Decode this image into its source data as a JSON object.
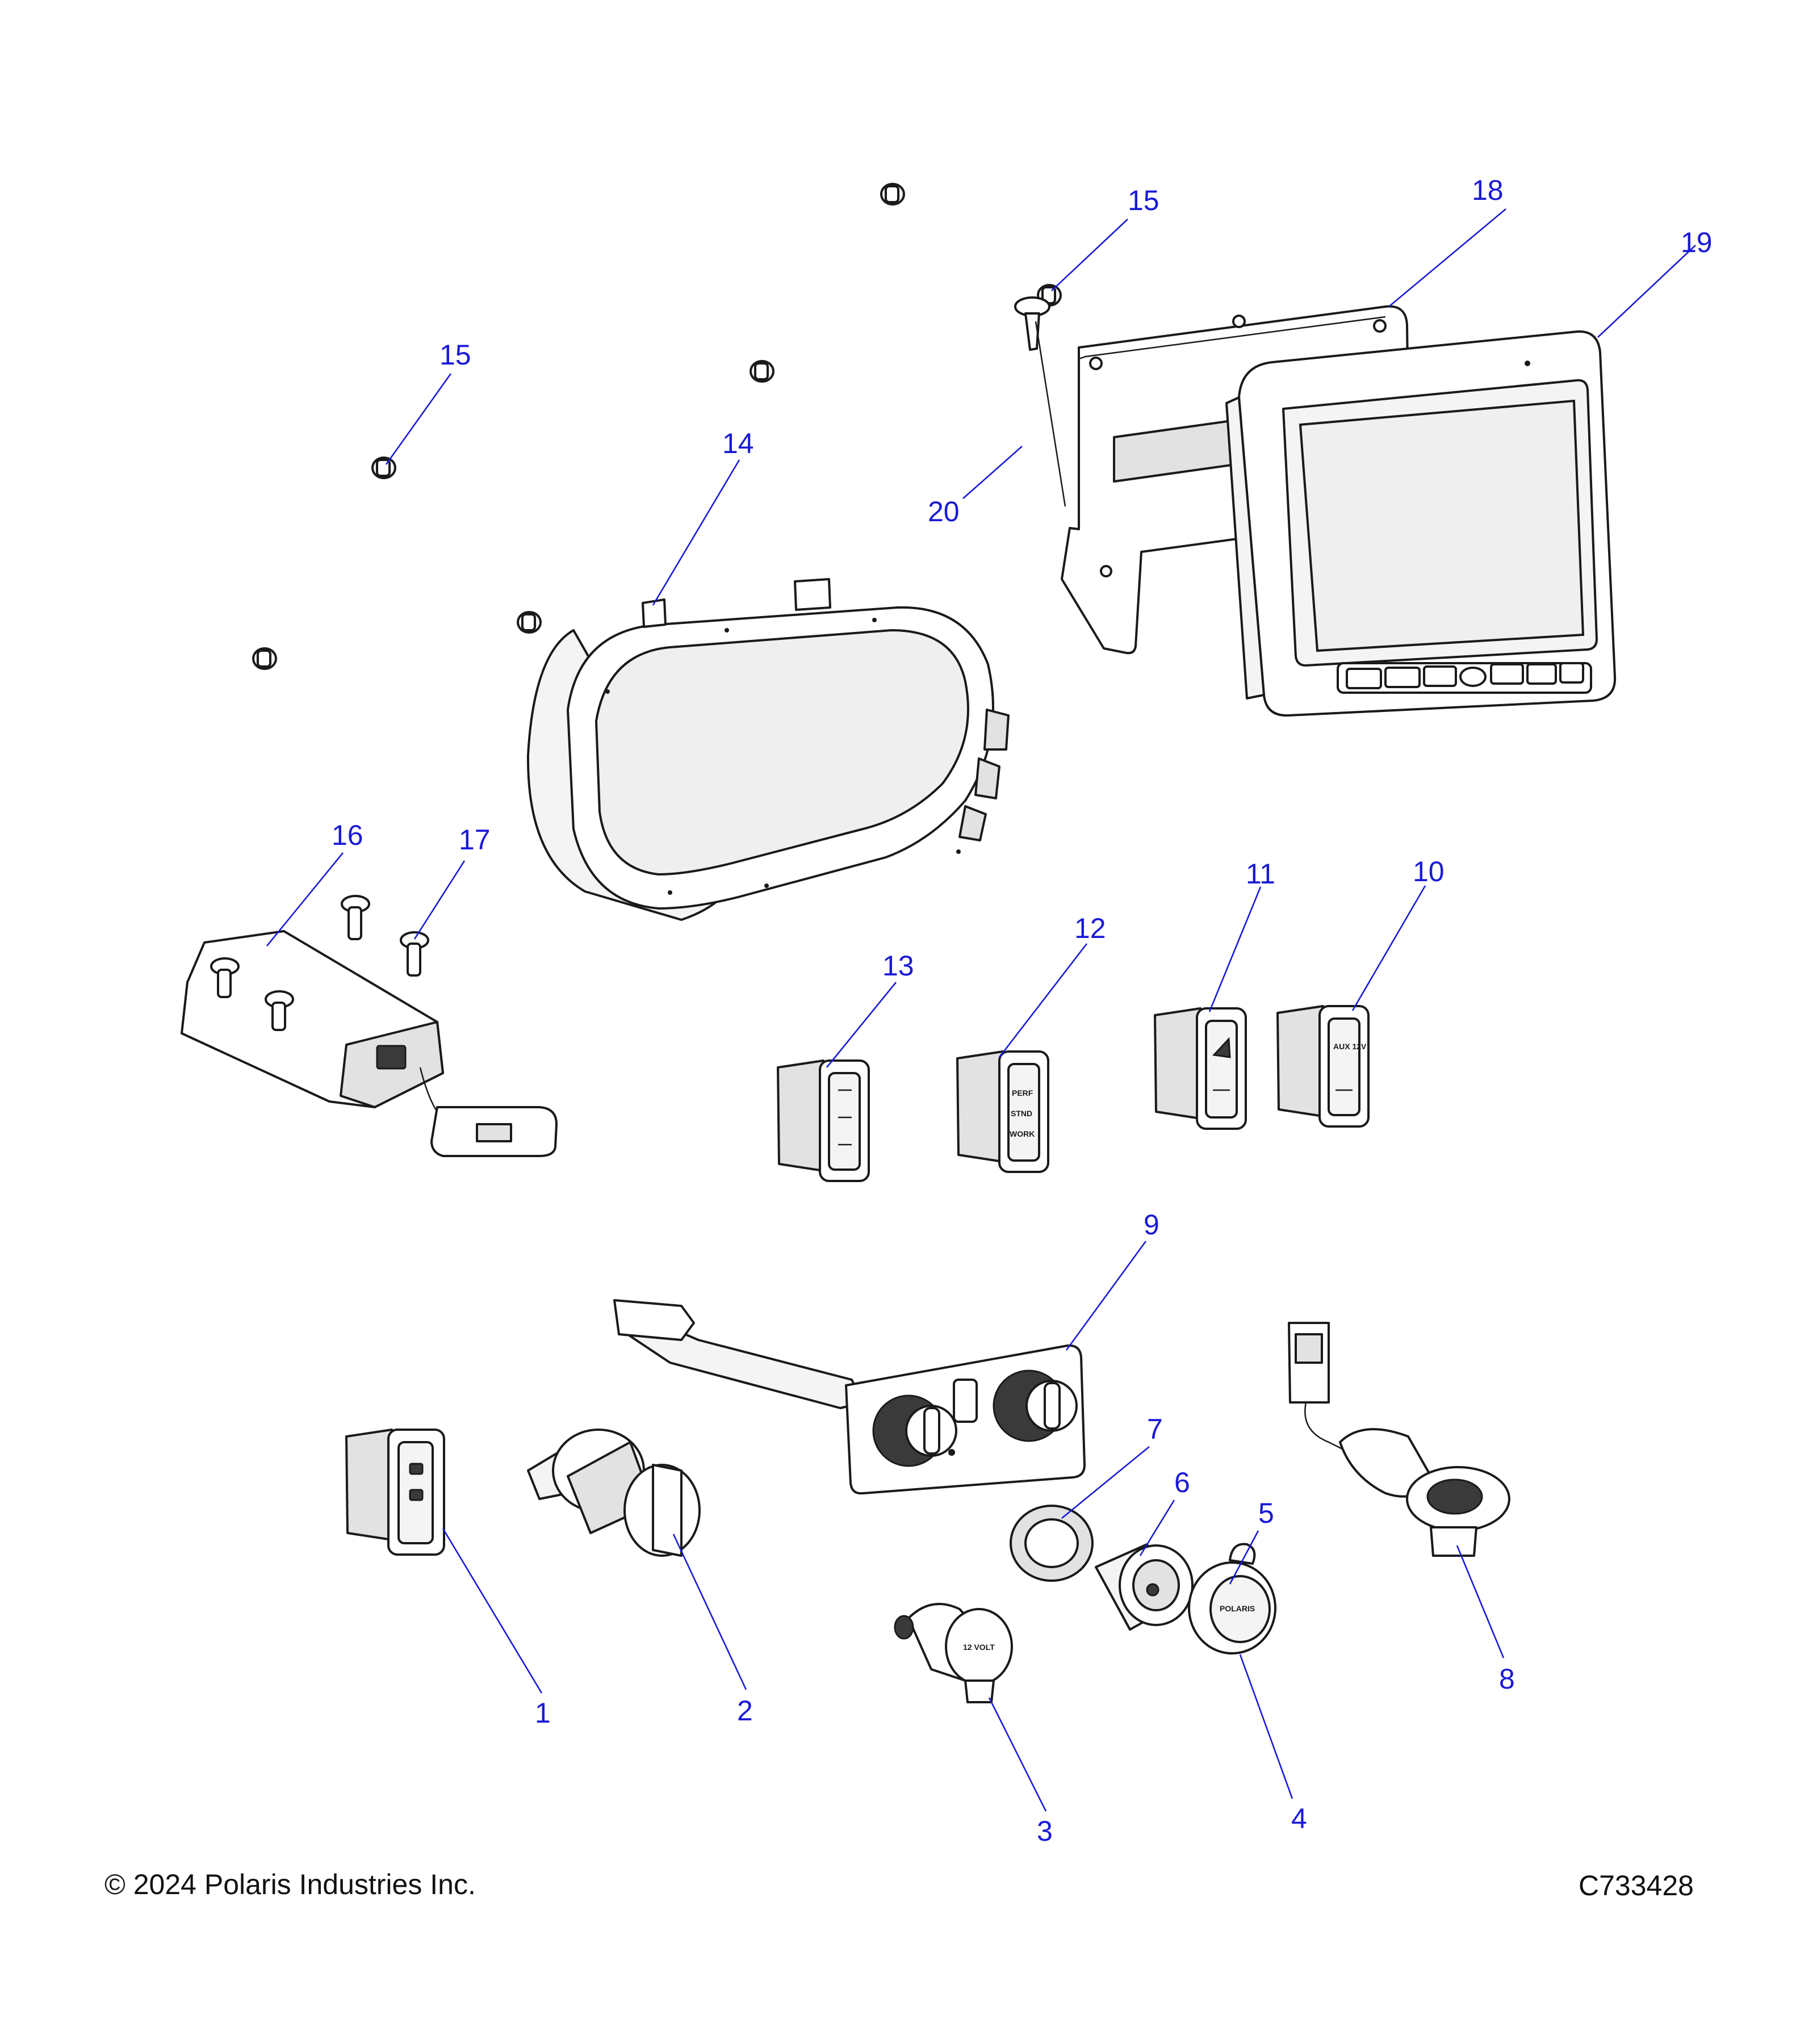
{
  "footer": {
    "copyright": "© 2024 Polaris Industries Inc.",
    "diagram_id": "C733428"
  },
  "callouts": {
    "c1": "1",
    "c2": "2",
    "c3": "3",
    "c4": "4",
    "c5": "5",
    "c6": "6",
    "c7": "7",
    "c8": "8",
    "c9": "9",
    "c10": "10",
    "c11": "11",
    "c12": "12",
    "c13": "13",
    "c14": "14",
    "c15a": "15",
    "c15b": "15",
    "c16": "16",
    "c17": "17",
    "c18": "18",
    "c19": "19",
    "c20": "20"
  },
  "part_markings": {
    "switch12_perf": "PERF",
    "switch12_stnd": "STND",
    "switch12_work": "WORK",
    "socket3": "12 VOLT",
    "cap4": "POLARIS",
    "switch10": "AUX 12V"
  },
  "colors": {
    "callout": "#1a1ad6",
    "line_art": "#1a1a1a"
  }
}
